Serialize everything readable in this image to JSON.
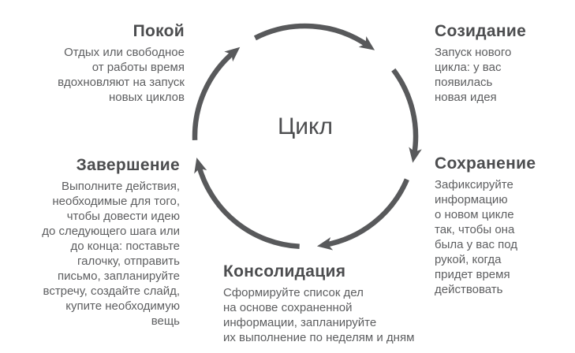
{
  "center_label": "Цикл",
  "colors": {
    "arrow": "#58595b",
    "heading": "#4c4d4f",
    "body": "#5d5e60"
  },
  "stages": [
    {
      "id": "pokoj",
      "title": "Покой",
      "description": "Отдых или свободное\nот работы время\nвдохновляют на запуск\nновых циклов"
    },
    {
      "id": "sozidanie",
      "title": "Созидание",
      "description": "Запуск нового\nцикла: у вас\nпоявилась\nновая идея"
    },
    {
      "id": "sokhranenie",
      "title": "Сохранение",
      "description": "Зафиксируйте\nинформацию\nо новом цикле\nтак, чтобы она\nбыла у вас под\nрукой, когда\nпридет время\nдействовать"
    },
    {
      "id": "konsolidacija",
      "title": "Консолидация",
      "description": "Сформируйте список дел\nна основе сохраненной\nинформации, запланируйте\nих выполнение по неделям и дням"
    },
    {
      "id": "zavershenie",
      "title": "Завершение",
      "description": "Выполните действия,\nнеобходимые для того,\nчтобы довести идею\nдо следующего шага или\nдо конца: поставьте\nгалочку, отправить\nписьмо, запланируйте\nвстречу, создайте слайд,\nкупите необходимую\nвещь"
    }
  ]
}
